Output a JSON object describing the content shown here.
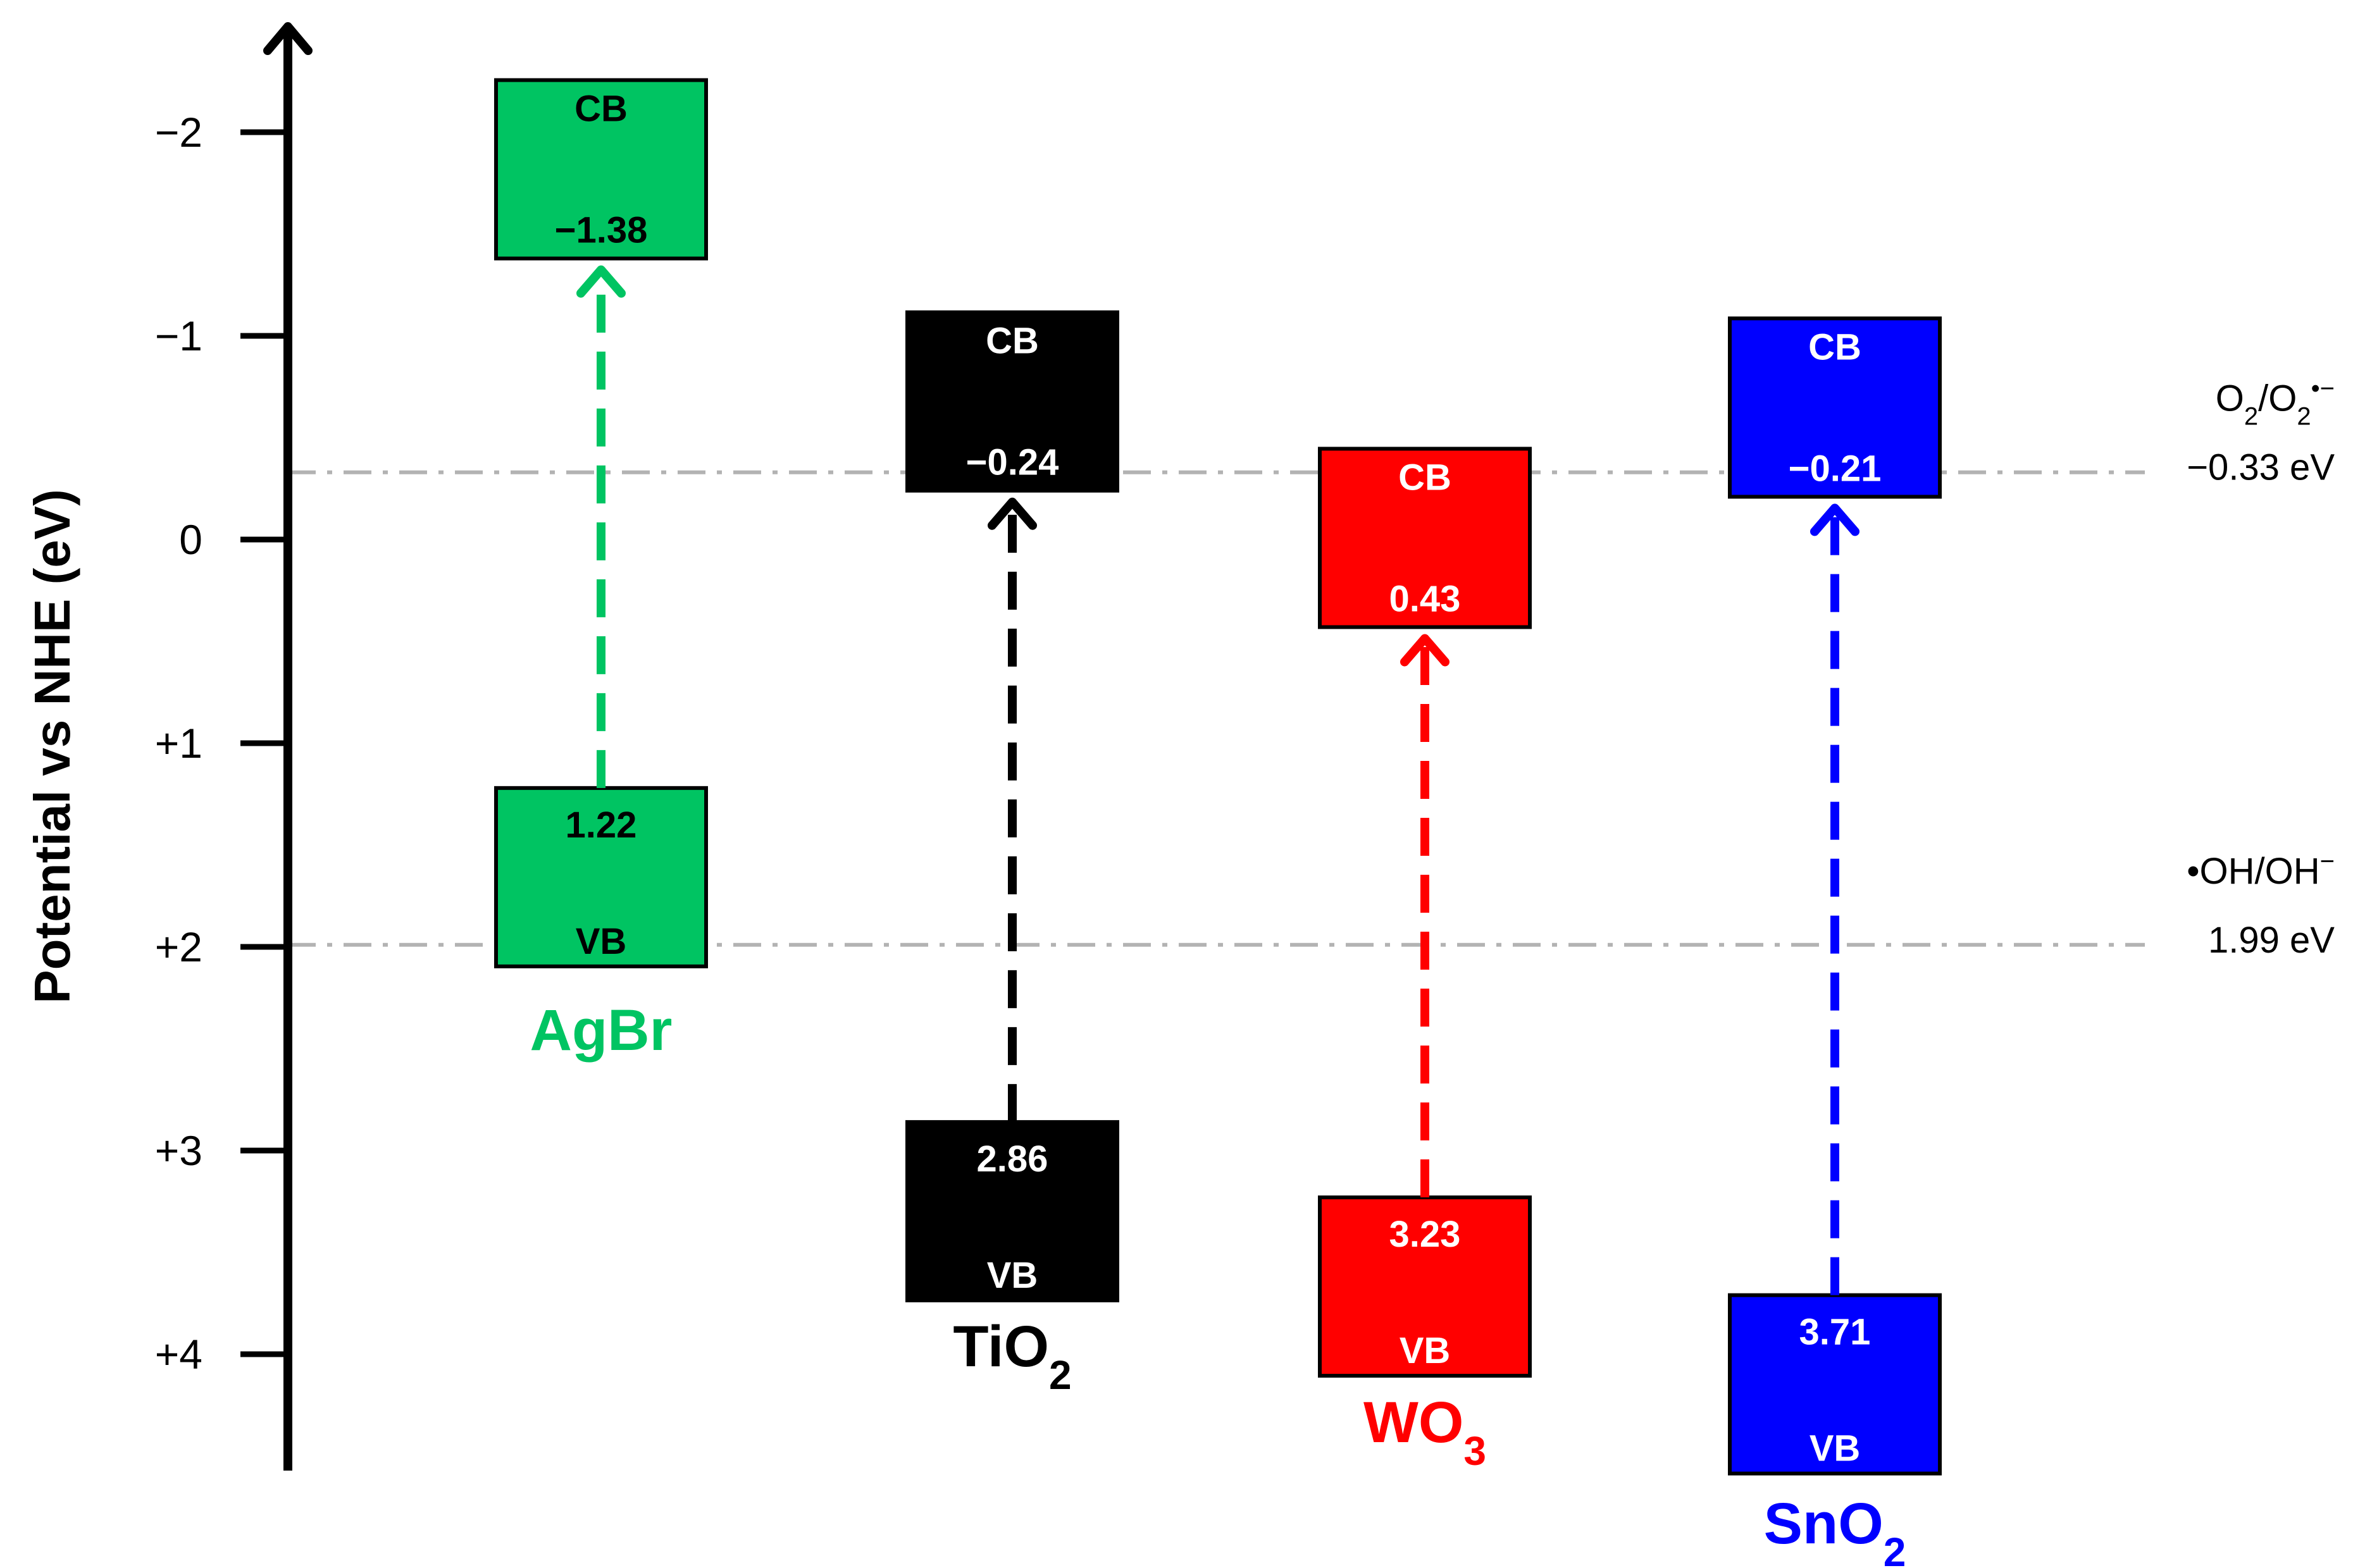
{
  "axis": {
    "title": "Potential vs NHE (eV)",
    "ticks": [
      {
        "value": -2,
        "label": "−2"
      },
      {
        "value": -1,
        "label": "−1"
      },
      {
        "value": 0,
        "label": "0"
      },
      {
        "value": 1,
        "label": "+1"
      },
      {
        "value": 2,
        "label": "+2"
      },
      {
        "value": 3,
        "label": "+3"
      },
      {
        "value": 4,
        "label": "+4"
      }
    ]
  },
  "references": [
    {
      "value": -0.33,
      "name_main": "O",
      "name_sub": "2",
      "name_sep": "/O",
      "name_sub2": "2",
      "name_sup": "•−",
      "value_label": "−0.33 eV"
    },
    {
      "value": 1.99,
      "name_main": "•OH/OH",
      "name_sup": "−",
      "value_label": "1.99 eV"
    }
  ],
  "materials": [
    {
      "name_main": "AgBr",
      "name_sub": "",
      "color": "#00c462",
      "text_color": "#000000",
      "cb": -1.38,
      "vb": 1.22,
      "cb_label": "CB",
      "cb_value": "−1.38",
      "vb_label": "VB",
      "vb_value": "1.22"
    },
    {
      "name_main": "TiO",
      "name_sub": "2",
      "color": "#000000",
      "text_color": "#ffffff",
      "cb": -0.24,
      "vb": 2.86,
      "cb_label": "CB",
      "cb_value": "−0.24",
      "vb_label": "VB",
      "vb_value": "2.86"
    },
    {
      "name_main": "WO",
      "name_sub": "3",
      "color": "#ff0000",
      "text_color": "#ffffff",
      "cb": 0.43,
      "vb": 3.23,
      "cb_label": "CB",
      "cb_value": "0.43",
      "vb_label": "VB",
      "vb_value": "3.23"
    },
    {
      "name_main": "SnO",
      "name_sub": "2",
      "color": "#0000ff",
      "text_color": "#ffffff",
      "cb": -0.21,
      "vb": 3.71,
      "cb_label": "CB",
      "cb_value": "−0.21",
      "vb_label": "VB",
      "vb_value": "3.71"
    }
  ]
}
